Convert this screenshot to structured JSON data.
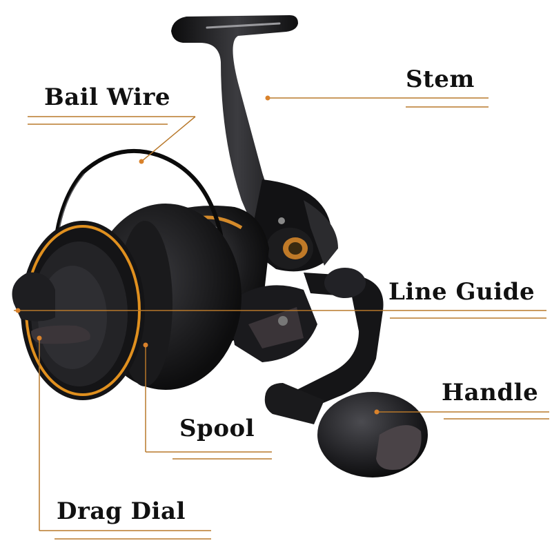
{
  "diagram": {
    "subject": "Spinning fishing reel",
    "leader_color": "#b8782a",
    "dot_color": "#d9822b",
    "labels": [
      {
        "id": "bail-wire",
        "text": "Bail Wire"
      },
      {
        "id": "stem",
        "text": "Stem"
      },
      {
        "id": "line-guide",
        "text": "Line Guide"
      },
      {
        "id": "handle",
        "text": "Handle"
      },
      {
        "id": "spool",
        "text": "Spool"
      },
      {
        "id": "drag-dial",
        "text": "Drag Dial"
      }
    ]
  }
}
